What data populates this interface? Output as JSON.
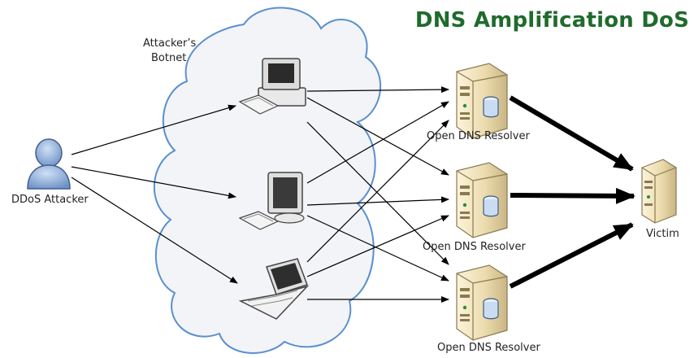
{
  "title": "DNS Amplification DoS",
  "labels": {
    "attacker": "DDoS Attacker",
    "botnet_line1": "Attacker’s",
    "botnet_line2": "Botnet",
    "resolver_1": "Open DNS Resolver",
    "resolver_2": "Open DNS Resolver",
    "resolver_3": "Open DNS Resolver",
    "victim": "Victim"
  },
  "colors": {
    "title": "#1f6b2c",
    "cloud_fill": "#f2f4f7",
    "cloud_stroke": "#5b8fd0",
    "arrow": "#000000",
    "server_body": "#eedfb5",
    "attacker_figure": "#7f9fcf"
  }
}
